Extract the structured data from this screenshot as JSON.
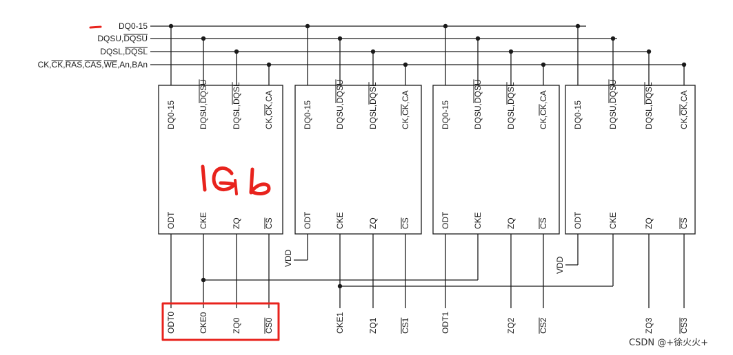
{
  "buses": [
    {
      "id": "dq",
      "label": "DQ0-15",
      "overline": []
    },
    {
      "id": "dqsu",
      "label": "DQSU,DQSU",
      "overline": [
        [
          5,
          9
        ]
      ]
    },
    {
      "id": "dqsl",
      "label": "DQSL,DQSL",
      "overline": [
        [
          5,
          9
        ]
      ]
    },
    {
      "id": "ctrl",
      "label": "CK,CK,RAS,CAS,WE,An,BAn",
      "overline": [
        [
          3,
          5
        ],
        [
          6,
          9
        ],
        [
          10,
          13
        ],
        [
          14,
          16
        ]
      ]
    }
  ],
  "chip_top_pins": [
    {
      "label": "DQ0-15",
      "overline": []
    },
    {
      "label": "DQSU,DQSU",
      "overline": [
        [
          5,
          9
        ]
      ]
    },
    {
      "label": "DQSL,DQSL",
      "overline": [
        [
          5,
          9
        ]
      ]
    },
    {
      "label": "CK,CK,CA",
      "overline": [
        [
          3,
          5
        ]
      ]
    }
  ],
  "chip_bottom_pins": [
    {
      "label": "ODT",
      "overline": []
    },
    {
      "label": "CKE",
      "overline": []
    },
    {
      "label": "ZQ",
      "overline": []
    },
    {
      "label": "CS",
      "overline": [
        [
          0,
          2
        ]
      ]
    }
  ],
  "vdd_label": "VDD",
  "annotation": "1Gb",
  "bottom_signals": [
    {
      "label": "ODT0",
      "overline": []
    },
    {
      "label": "CKE0",
      "overline": []
    },
    {
      "label": "ZQ0",
      "overline": []
    },
    {
      "label": "CS0",
      "overline": [
        [
          0,
          3
        ]
      ]
    },
    {
      "label": "CKE1",
      "overline": []
    },
    {
      "label": "ZQ1",
      "overline": []
    },
    {
      "label": "CS1",
      "overline": [
        [
          0,
          3
        ]
      ]
    },
    {
      "label": "ODT1",
      "overline": []
    },
    {
      "label": "ZQ2",
      "overline": []
    },
    {
      "label": "CS2",
      "overline": [
        [
          0,
          3
        ]
      ]
    },
    {
      "label": "ZQ3",
      "overline": []
    },
    {
      "label": "CS3",
      "overline": [
        [
          0,
          3
        ]
      ]
    }
  ],
  "watermark": "CSDN @+徐火火+"
}
